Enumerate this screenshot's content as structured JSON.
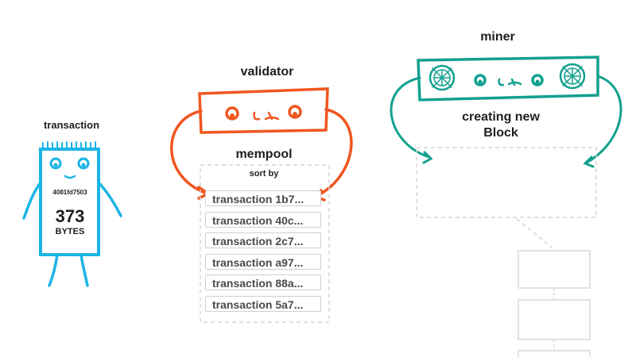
{
  "transaction": {
    "label": "transaction",
    "hash": "4081fd7503",
    "size": "373",
    "unit": "BYTES"
  },
  "validator": {
    "label": "validator"
  },
  "mempool": {
    "label": "mempool",
    "sort_label": "sort by",
    "items": [
      "transaction 1b7...",
      "transaction 40c...",
      "transaction 2c7...",
      "transaction a97...",
      "transaction 88a...",
      "transaction 5a7..."
    ]
  },
  "miner": {
    "label": "miner",
    "status": "creating new\nBlock"
  },
  "colors": {
    "transaction": "#1bb4e6",
    "validator": "#f0561f",
    "miner": "#12a08f",
    "dashed": "#d6d6d6"
  }
}
